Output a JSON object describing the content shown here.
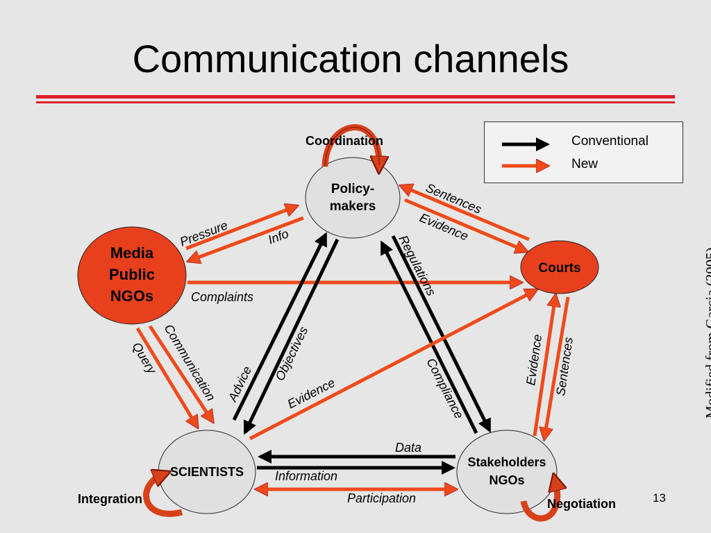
{
  "slide": {
    "title": "Communication channels",
    "source_note": "Modified from Garcia (2005)",
    "page_number": "13"
  },
  "colors": {
    "conventional": "#000000",
    "new": "#f04a1a",
    "node_fill": "#e0e0e0",
    "media_fill": "#e8401c",
    "rule_red": "#e0202a"
  },
  "legend": {
    "conventional": "Conventional",
    "new": "New"
  },
  "nodes": {
    "policy": {
      "lines": [
        "Policy-",
        "makers"
      ]
    },
    "media": {
      "lines": [
        "Media",
        "Public",
        "NGOs"
      ]
    },
    "courts": {
      "lines": [
        "Courts"
      ]
    },
    "scientists": {
      "lines": [
        "SCIENTISTS"
      ]
    },
    "stakeholders": {
      "lines": [
        "Stakeholders",
        "NGOs"
      ]
    }
  },
  "self_loops": {
    "coordination": "Coordination",
    "integration": "Integration",
    "negotiation": "Negotiation"
  },
  "edge_labels": {
    "pressure": "Pressure",
    "info": "Info",
    "sentences_top": "Sentences",
    "evidence_top": "Evidence",
    "complaints": "Complaints",
    "regulations": "Regulations",
    "compliance": "Compliance",
    "advice": "Advice",
    "objectives": "Objectives",
    "evidence_diag": "Evidence",
    "communication": "Communication",
    "query": "Query",
    "evidence_right": "Evidence",
    "sentences_right": "Sentences",
    "data": "Data",
    "information": "Information",
    "participation": "Participation"
  }
}
